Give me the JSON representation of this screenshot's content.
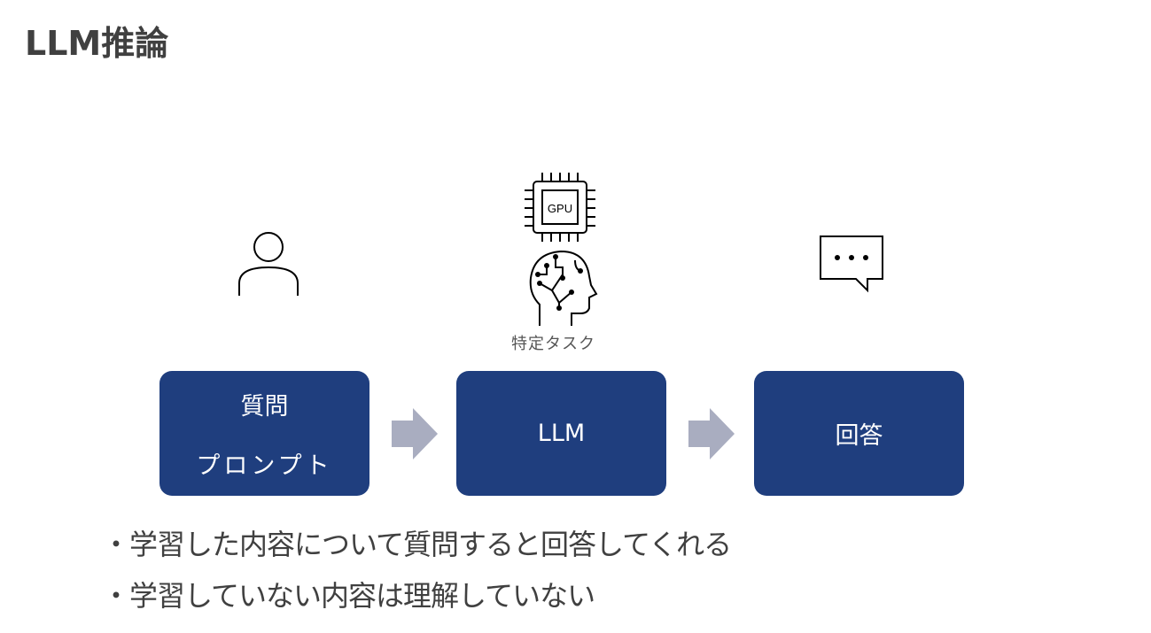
{
  "slide": {
    "title": "LLM推論"
  },
  "diagram": {
    "caption": "特定タスク",
    "boxes": [
      {
        "lines": [
          "質問",
          "プロンプト"
        ]
      },
      {
        "lines": [
          "LLM"
        ]
      },
      {
        "lines": [
          "回答"
        ]
      }
    ],
    "gpu_label": "GPU",
    "colors": {
      "box": "#1f3e7e",
      "arrow": "#a9adc0"
    }
  },
  "bullets": [
    "・学習した内容について質問すると回答してくれる",
    "・学習していない内容は理解していない"
  ]
}
